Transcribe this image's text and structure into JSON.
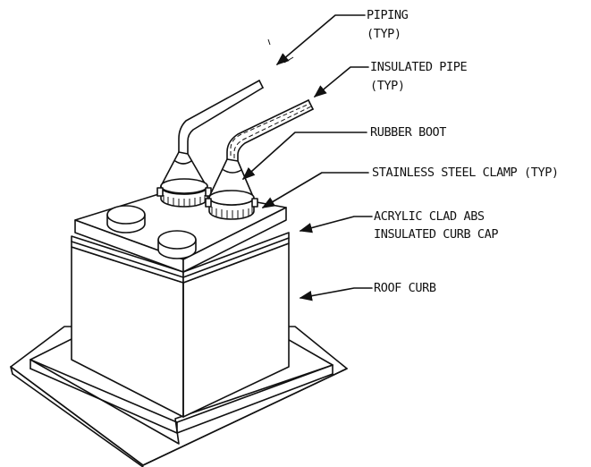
{
  "labels": {
    "piping_1": "PIPING",
    "piping_2": "(TYP)",
    "insulated_1": "INSULATED PIPE",
    "insulated_2": "(TYP)",
    "rubber_boot": "RUBBER BOOT",
    "clamp": "STAINLESS STEEL CLAMP (TYP)",
    "curb_cap_1": "ACRYLIC CLAD ABS",
    "curb_cap_2": "INSULATED CURB CAP",
    "roof_curb": "ROOF CURB"
  },
  "colors": {
    "ink": "#111111",
    "paper": "#ffffff"
  }
}
